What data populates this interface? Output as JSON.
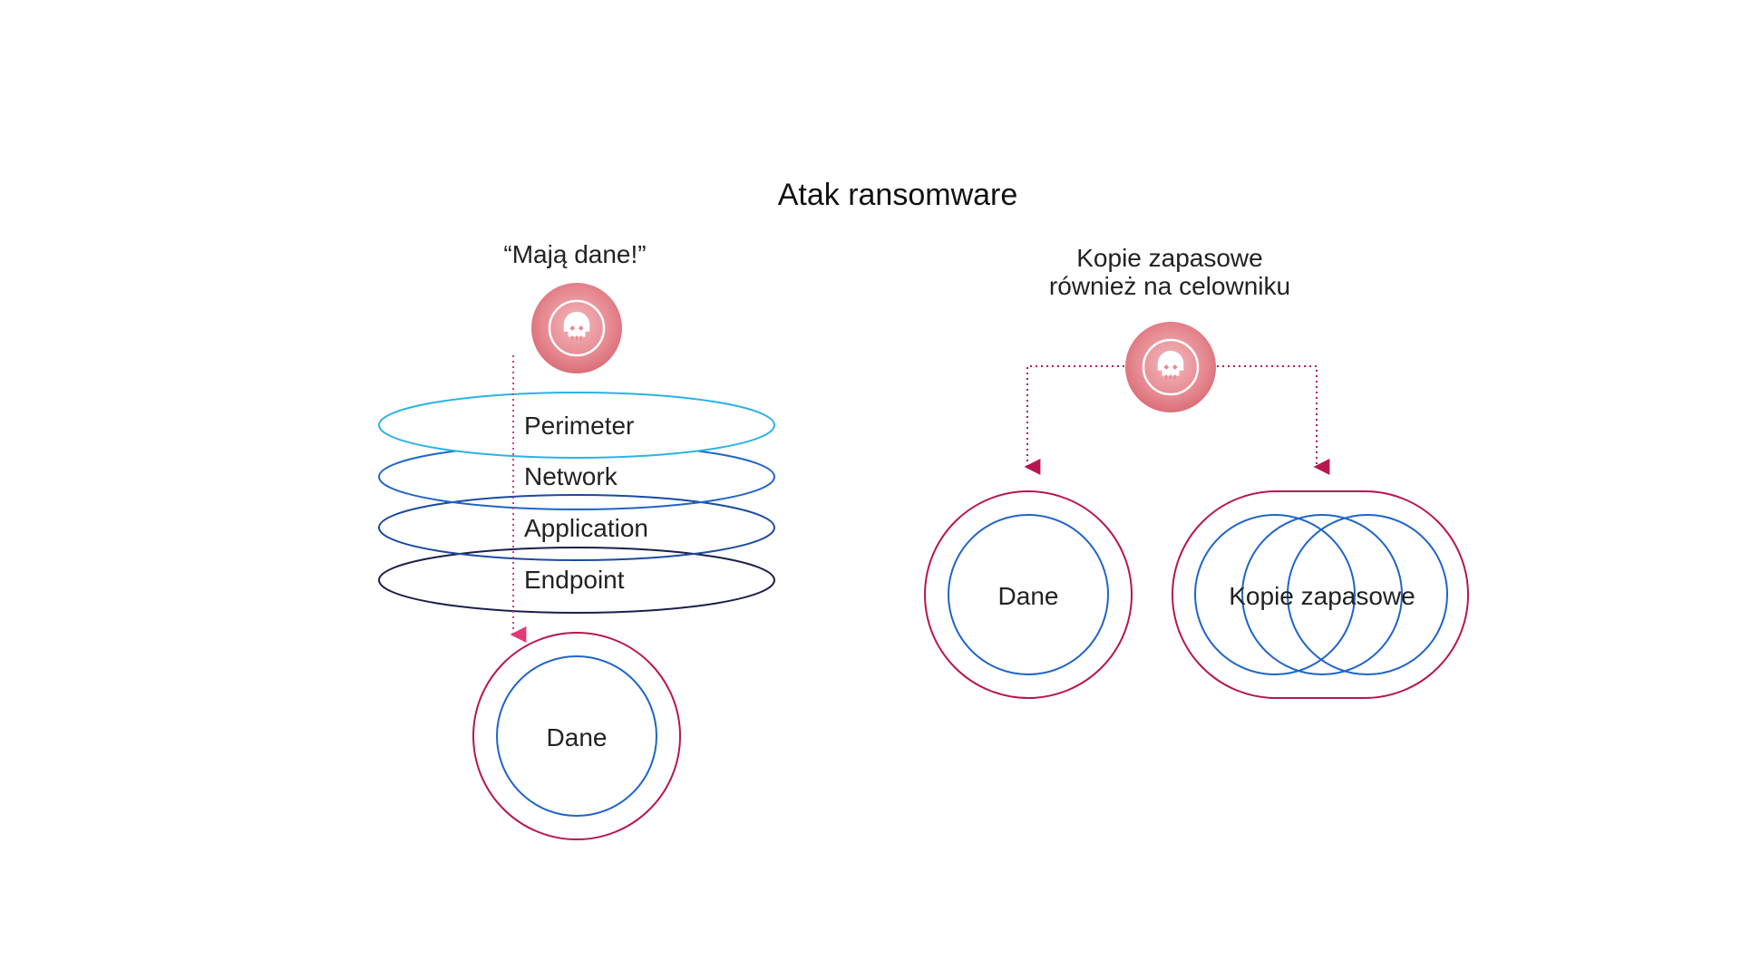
{
  "title": "Atak ransomware",
  "left_panel": {
    "caption": "“Mają dane!”",
    "layers": [
      "Perimeter",
      "Network",
      "Application",
      "Endpoint"
    ],
    "data_label": "Dane"
  },
  "right_panel": {
    "caption_line1": "Kopie zapasowe",
    "caption_line2": "również na celowniku",
    "data_label": "Dane",
    "backup_label": "Kopie zapasowe"
  },
  "icons": {
    "threat": "skull-icon"
  },
  "colors": {
    "threat_circle": "#e27b84",
    "threat_circle_light": "#f5c3c7",
    "arrow": "#e23a72",
    "outer_ring": "#b8164f",
    "inner_ring": "#1f64c8",
    "perimeter": "#29b3e6",
    "network": "#1f64c8",
    "application": "#1a4aa0",
    "endpoint": "#1b1f4a",
    "text": "#222222"
  }
}
